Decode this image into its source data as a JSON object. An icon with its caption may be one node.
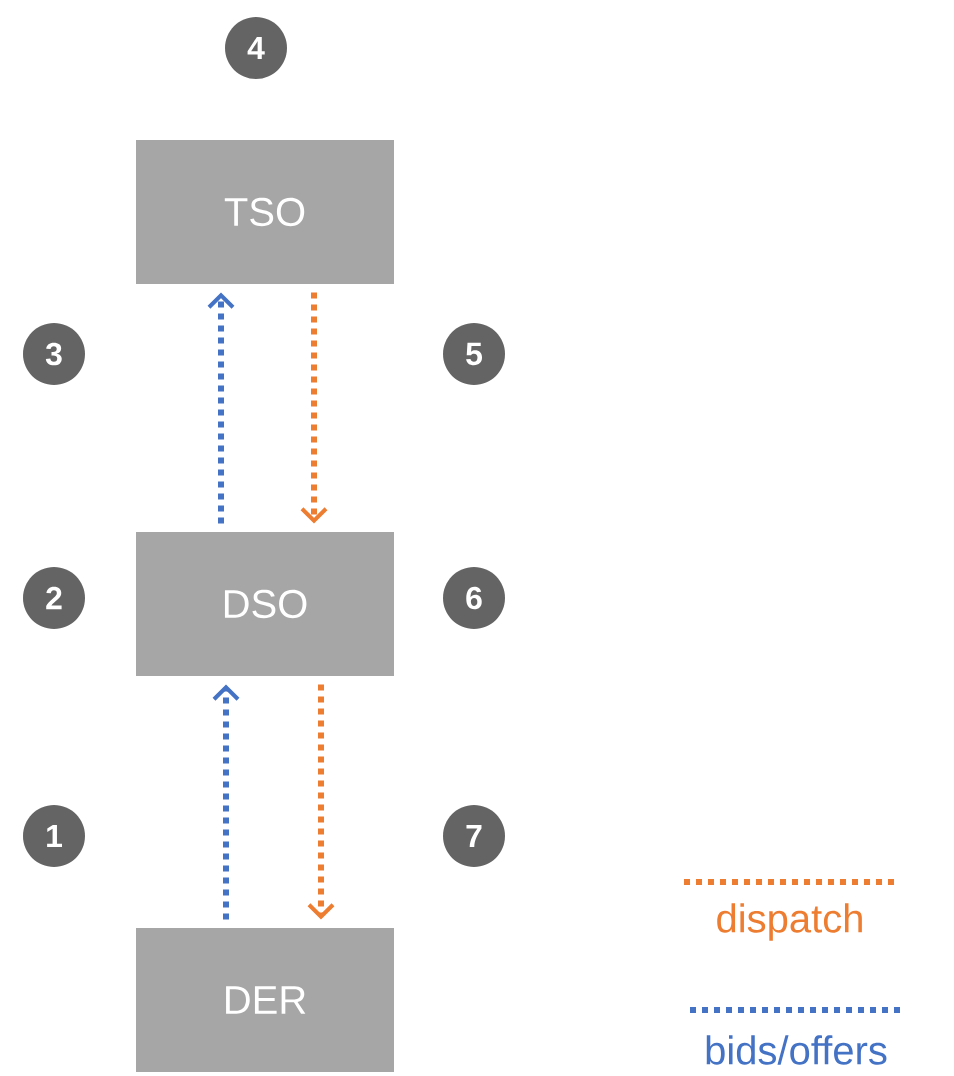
{
  "diagram": {
    "nodes": [
      {
        "text": [
          "TSO"
        ]
      },
      {
        "text": [
          "DSO"
        ]
      },
      {
        "text": [
          "DER"
        ]
      }
    ],
    "edges": [
      {
        "from": 1,
        "to": 0,
        "arrow": "to",
        "color": "#4472c4"
      },
      {
        "from": 0,
        "to": 1,
        "arrow": "to",
        "color": "#ed7d31"
      },
      {
        "from": 2,
        "to": 1,
        "arrow": "to",
        "color": "#4472c4"
      },
      {
        "from": 1,
        "to": 2,
        "arrow": "to",
        "color": "#ed7d31"
      }
    ],
    "labels": [
      "4",
      "3",
      "5",
      "2",
      "6",
      "1",
      "7"
    ],
    "legend": [
      {
        "text": "dispatch"
      },
      {
        "text": "bids/offers"
      }
    ]
  }
}
